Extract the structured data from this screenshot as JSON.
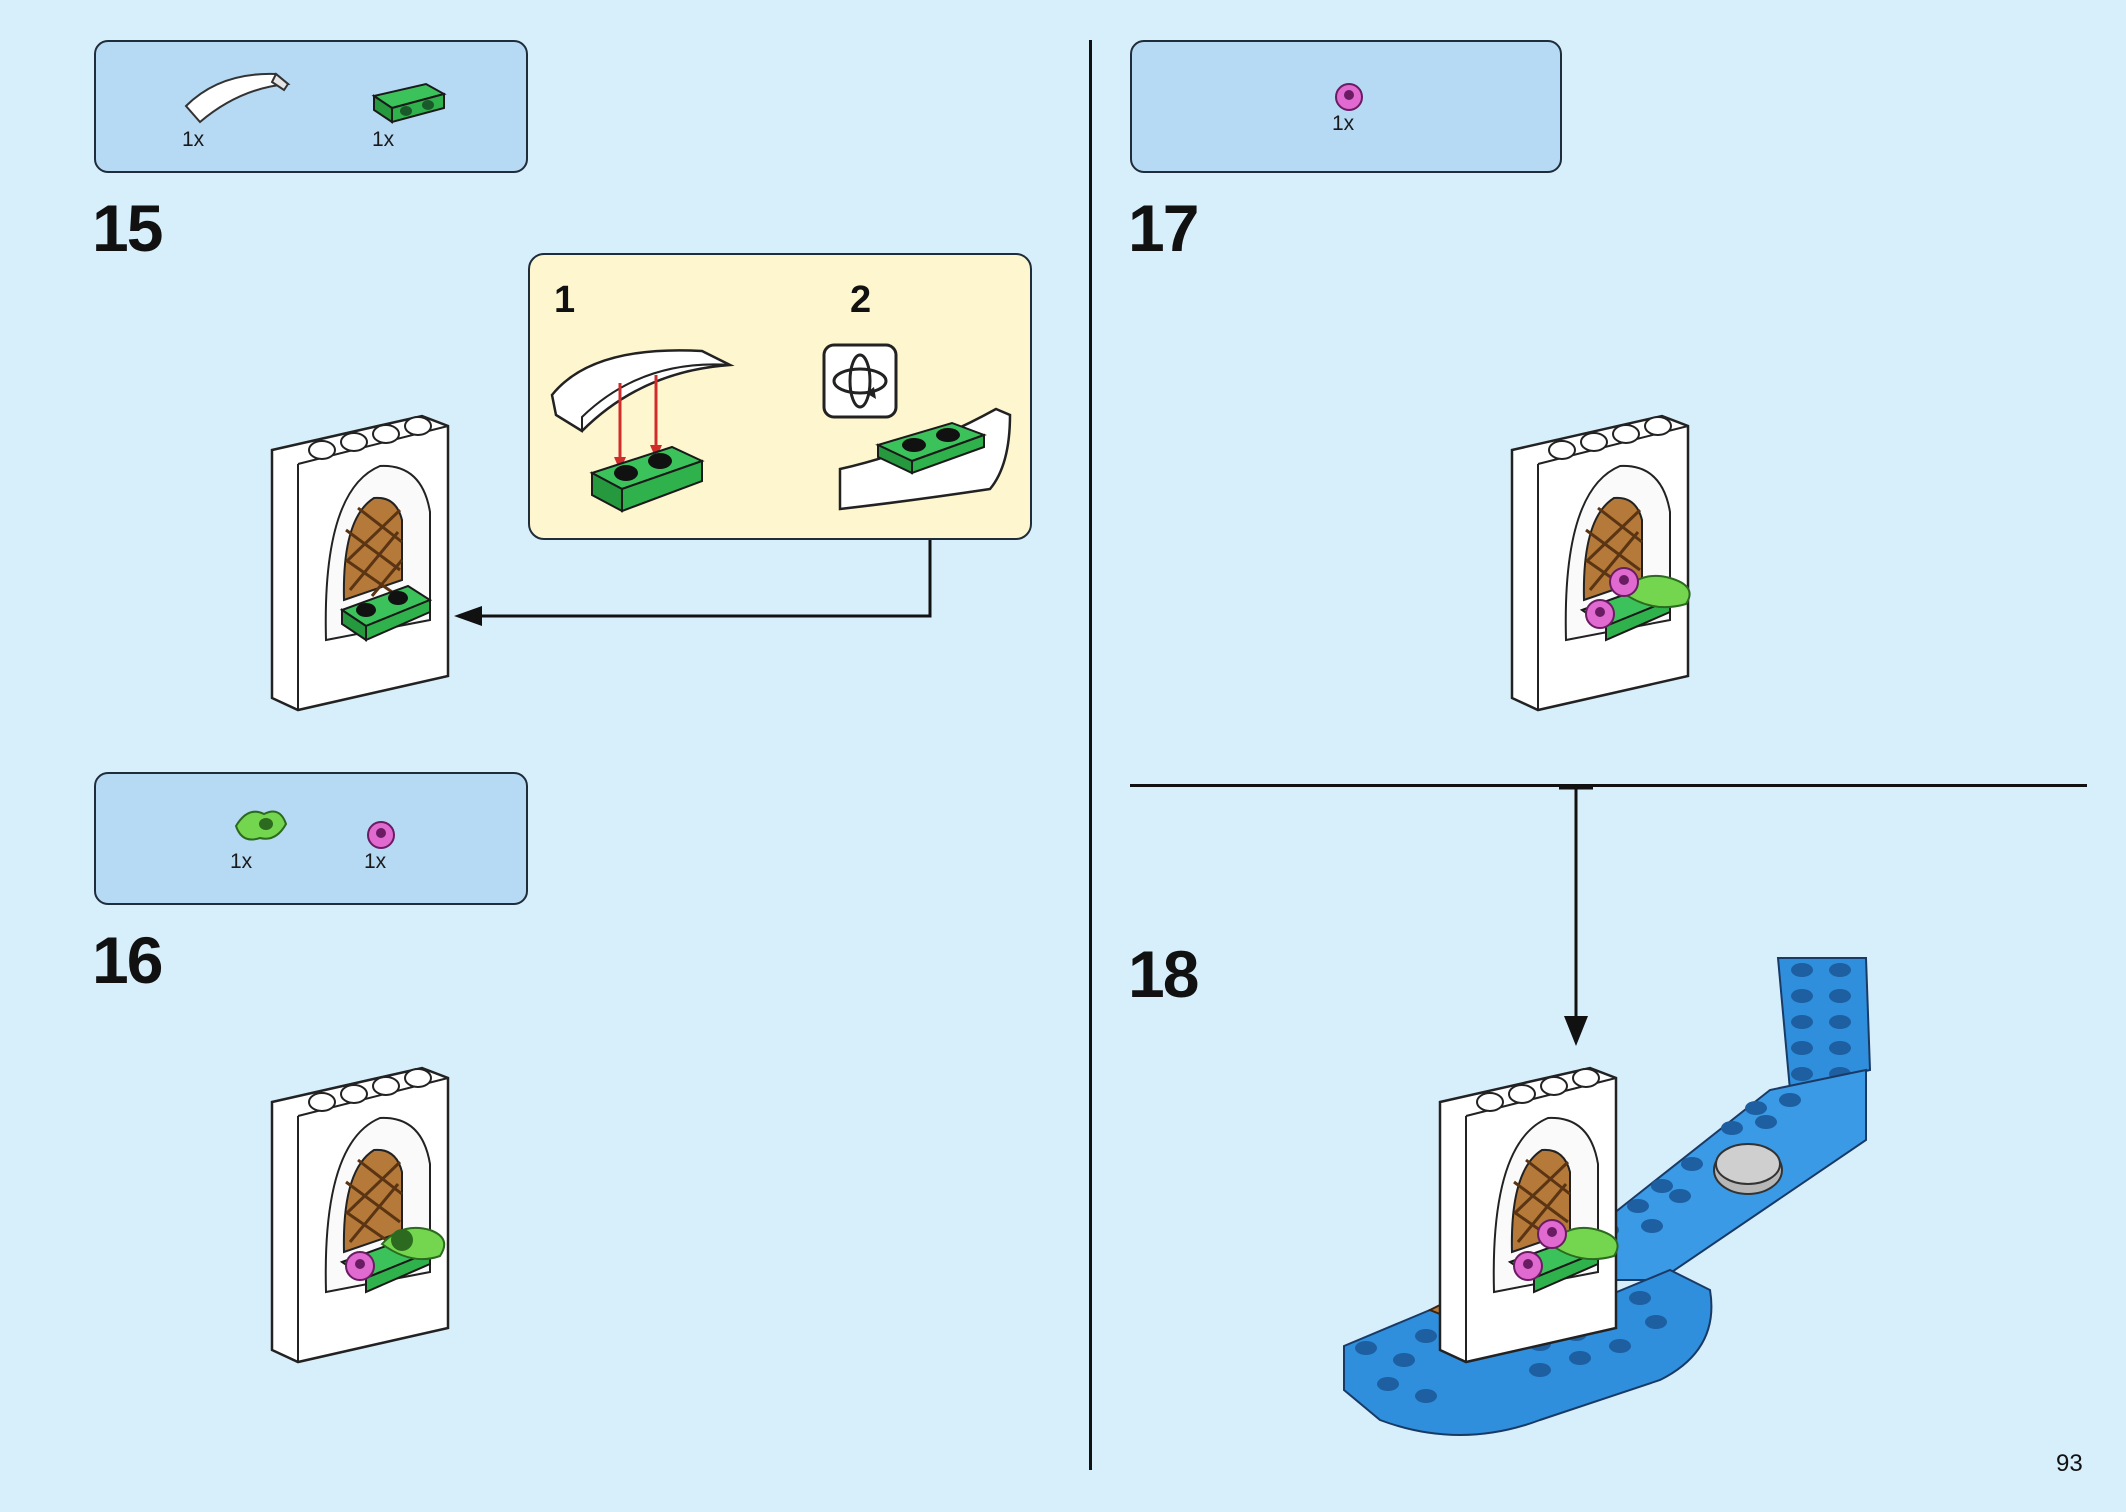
{
  "page": {
    "number": "93"
  },
  "steps": [
    {
      "number": "15",
      "parts": [
        {
          "name": "curved-slope-white",
          "qty": "1x"
        },
        {
          "name": "bracket-plate-green",
          "qty": "1x"
        }
      ]
    },
    {
      "number": "16",
      "parts": [
        {
          "name": "leaf-green",
          "qty": "1x"
        },
        {
          "name": "flower-pink",
          "qty": "1x"
        }
      ]
    },
    {
      "number": "17",
      "parts": [
        {
          "name": "flower-pink",
          "qty": "1x"
        }
      ]
    },
    {
      "number": "18",
      "parts": []
    }
  ],
  "substeps": [
    {
      "label": "1"
    },
    {
      "label": "2"
    }
  ],
  "icons": {
    "rotate": "rotate-model-icon"
  },
  "colors": {
    "background": "#d7eefb",
    "parts_box": "#b6d9f4",
    "substep_box": "#fdf6cf",
    "green": "#2fb24c",
    "pink": "#e06ad0",
    "blue": "#2f8fdc",
    "brown": "#b57a3a"
  }
}
